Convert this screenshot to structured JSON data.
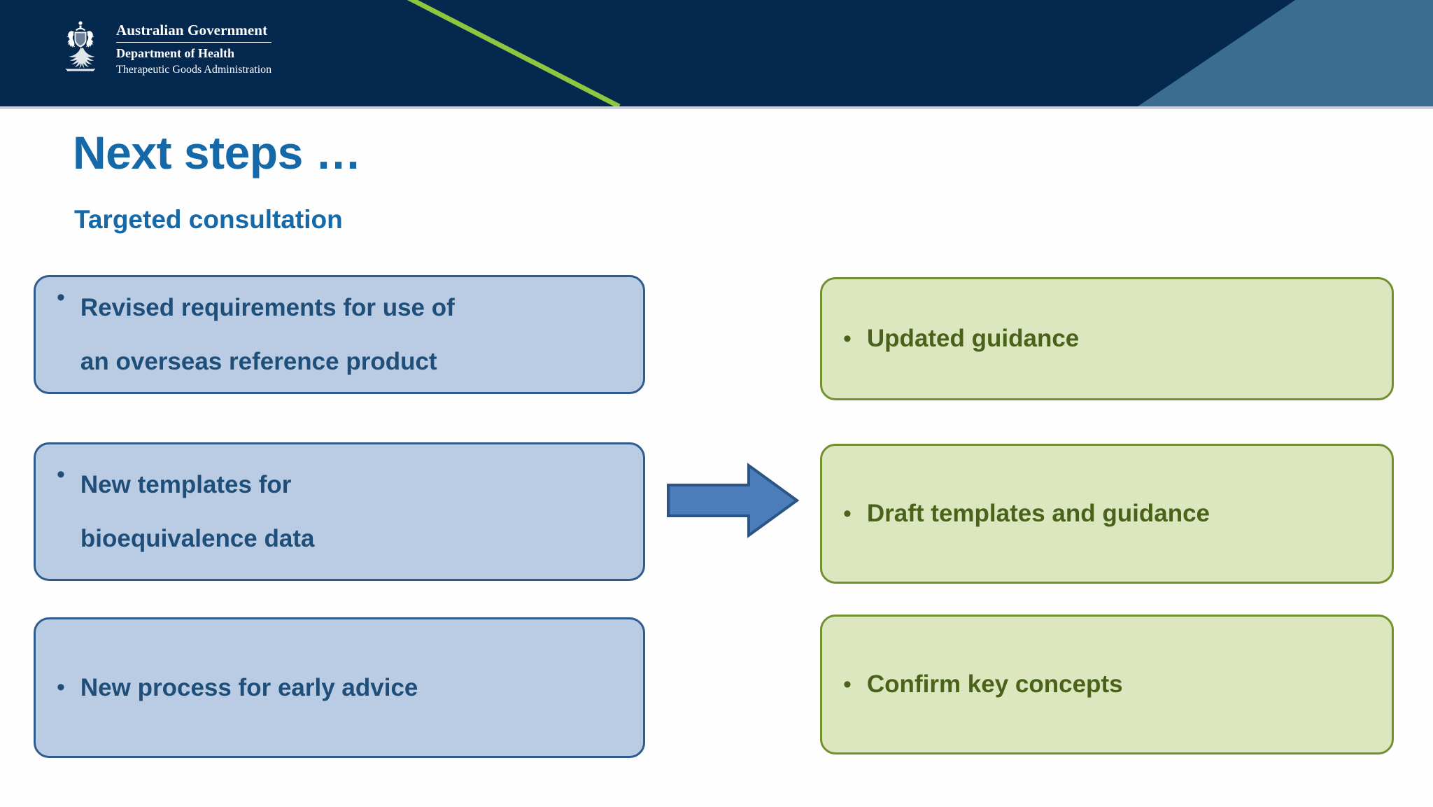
{
  "header": {
    "organisation": "Australian Government",
    "department": "Department of Health",
    "agency": "Therapeutic Goods Administration",
    "crest_icon": "australian-coat-of-arms-icon",
    "band_color": "#05284f",
    "wedge_color": "#3a6d91",
    "accent_line_color": "#8ec63f"
  },
  "slide": {
    "title": "Next steps …",
    "subtitle": "Targeted consultation",
    "title_color": "#1569a8"
  },
  "flow": {
    "arrow_icon": "right-arrow-icon",
    "arrow_fill": "#4a7dba",
    "arrow_stroke": "#2a5584",
    "left_column": {
      "fill": "#b9cce4",
      "border": "#2f5c8f",
      "text_color": "#1f4e79",
      "items": [
        {
          "bullet": "•",
          "line1": "Revised requirements for use of",
          "line2": "an overseas reference product"
        },
        {
          "bullet": "•",
          "line1": "New templates for",
          "line2": "bioequivalence data"
        },
        {
          "bullet": "•",
          "line1": "New process for early advice",
          "line2": ""
        }
      ]
    },
    "right_column": {
      "fill": "#dce7c0",
      "border": "#71902f",
      "text_color": "#4a6219",
      "items": [
        {
          "bullet": "•",
          "line1": "Updated guidance",
          "line2": ""
        },
        {
          "bullet": "•",
          "line1": "Draft templates and guidance",
          "line2": ""
        },
        {
          "bullet": "•",
          "line1": "Confirm key concepts",
          "line2": ""
        }
      ]
    }
  }
}
